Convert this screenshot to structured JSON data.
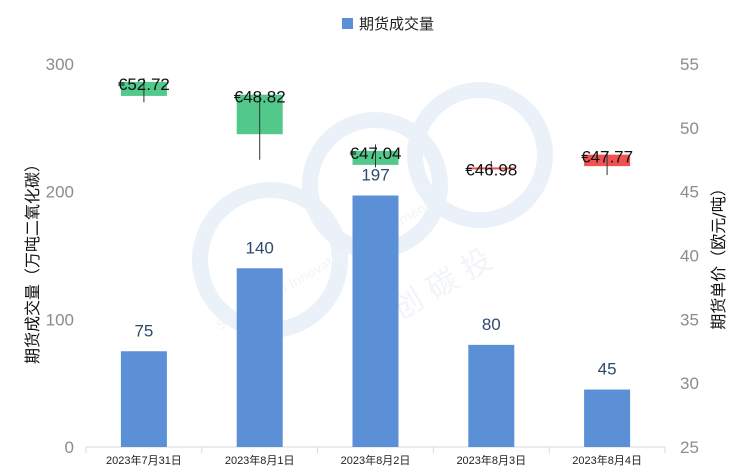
{
  "chart_data": {
    "type": "bar",
    "categories": [
      "2023年7月31日",
      "2023年8月1日",
      "2023年8月2日",
      "2023年8月3日",
      "2023年8月4日"
    ],
    "series": [
      {
        "name": "期货成交量",
        "axis": "left",
        "values": [
          75,
          140,
          197,
          80,
          45
        ],
        "labels": [
          "75",
          "140",
          "197",
          "80",
          "45"
        ],
        "color": "#5b8fd6"
      }
    ],
    "price_series": {
      "axis": "right",
      "type": "candlestick",
      "labels": [
        "€52.72",
        "€48.82",
        "€47.04",
        "€46.98",
        "€47.77"
      ],
      "candles": [
        {
          "open": 52.5,
          "close": 53.6,
          "high": 53.9,
          "low": 52.0,
          "direction": "up"
        },
        {
          "open": 49.5,
          "close": 52.6,
          "high": 52.6,
          "low": 47.5,
          "direction": "up"
        },
        {
          "open": 47.1,
          "close": 48.2,
          "high": 48.7,
          "low": 46.9,
          "direction": "up"
        },
        {
          "open": 46.9,
          "close": 46.8,
          "high": 47.4,
          "low": 46.3,
          "direction": "down"
        },
        {
          "open": 47.9,
          "close": 47.0,
          "high": 48.1,
          "low": 46.3,
          "direction": "down"
        }
      ],
      "up_color": "#52c98b",
      "down_color": "#f05252"
    },
    "ylabel_left": "期货成交量（万吨二氧化碳）",
    "ylabel_right": "期货单价（欧元/吨）",
    "ylim_left": [
      0,
      300
    ],
    "yticks_left": [
      "0",
      "100",
      "200",
      "300"
    ],
    "ylim_right": [
      25,
      55
    ],
    "yticks_right": [
      "25",
      "30",
      "35",
      "40",
      "45",
      "50",
      "55"
    ],
    "legend": {
      "position": "top-center",
      "label": "期货成交量"
    },
    "grid": false
  },
  "watermark": {
    "cn": "创 碳 投",
    "en": "Sino Carbon Innovation & Investment"
  }
}
